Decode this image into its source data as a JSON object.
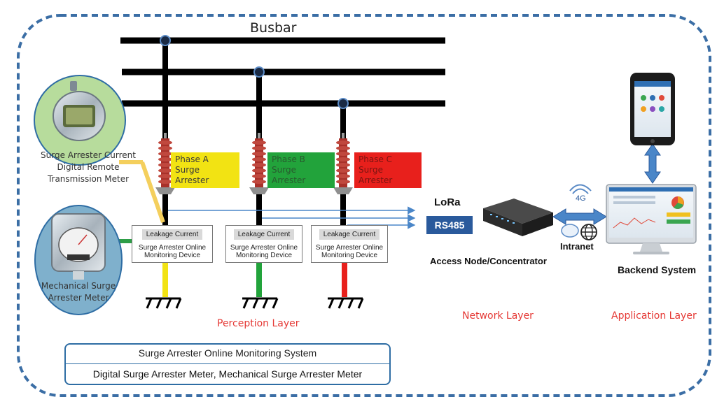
{
  "busbar": {
    "label": "Busbar"
  },
  "meters": {
    "digital": {
      "label": "Surge Arrester Current Digital Remote Transmission Meter"
    },
    "mechanical": {
      "label": "Mechanical Surge Arrester Meter"
    }
  },
  "phases": [
    {
      "label": "Phase A Surge Arrester",
      "color": "#f2e313"
    },
    {
      "label": "Phase B Surge Arrester",
      "color": "#22a33b"
    },
    {
      "label": "Phase C Surge Arrester",
      "color": "#e8201c"
    }
  ],
  "devices": [
    {
      "title": "Leakage Current",
      "name": "Surge Arrester Online Monitoring Device"
    },
    {
      "title": "Leakage Current",
      "name": "Surge Arrester Online Monitoring Device"
    },
    {
      "title": "Leakage Current",
      "name": "Surge Arrester Online Monitoring Device"
    }
  ],
  "network": {
    "lora": "LoRa",
    "rs485": "RS485",
    "concentrator": "Access Node/Concentrator",
    "fourg": "4G",
    "intranet": "Intranet"
  },
  "backend": {
    "label": "Backend System"
  },
  "layers": {
    "perception": "Perception Layer",
    "network": "Network Layer",
    "application": "Application Layer"
  },
  "summary": {
    "title": "Surge Arrester Online Monitoring System",
    "subtitle": "Digital Surge Arrester Meter, Mechanical Surge Arrester Meter"
  },
  "colors": {
    "frame": "#3b6ea5",
    "connector": "#4a86c8",
    "rs485_bg": "#2a5a9c",
    "layer_text": "#e53935",
    "arrester": "#b03a2e",
    "meter_digital_bg": "#b7dc9c",
    "meter_mech_bg": "#7fb0cc"
  }
}
